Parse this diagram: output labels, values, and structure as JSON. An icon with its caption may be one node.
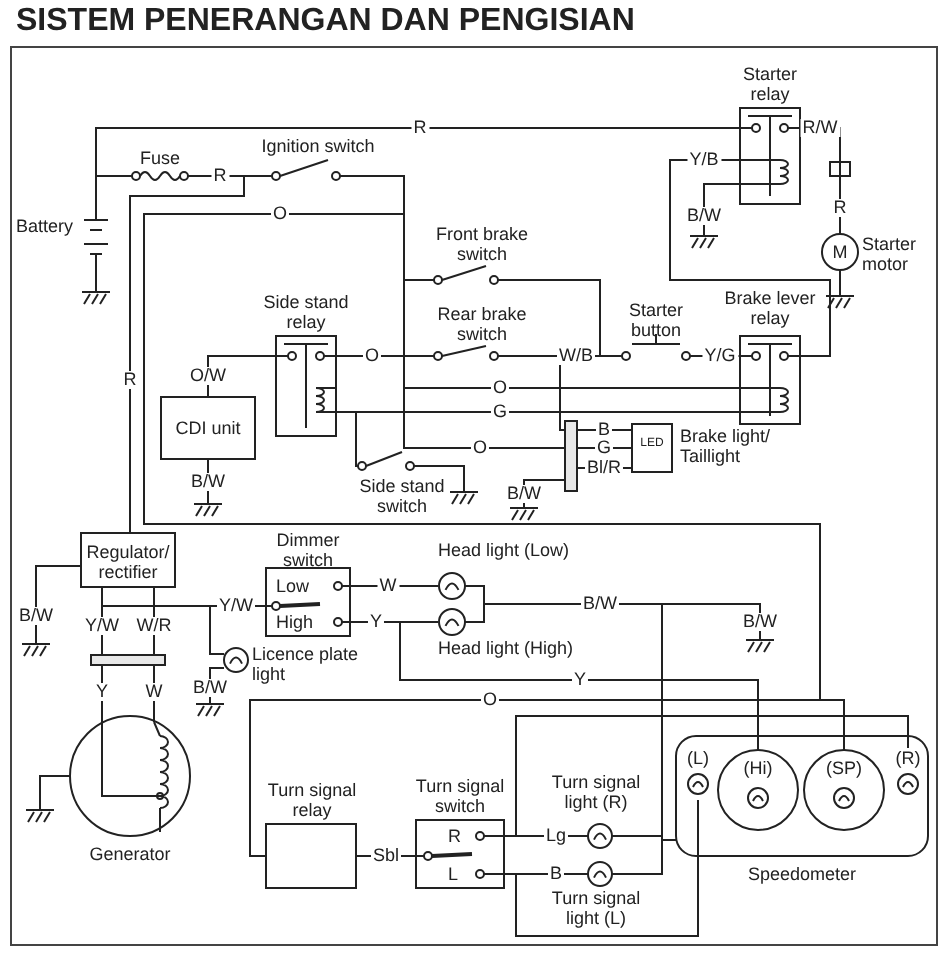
{
  "diagram": {
    "title": "SISTEM PENERANGAN DAN PENGISIAN",
    "nodes": [
      {
        "text": [
          "Battery"
        ]
      },
      {
        "text": [
          "Fuse"
        ]
      },
      {
        "text": [
          "Ignition switch"
        ]
      },
      {
        "text": [
          "Starter relay"
        ]
      },
      {
        "text": [
          "M"
        ],
        "beside": [
          "Starter motor"
        ]
      },
      {
        "text": [
          "Side stand relay"
        ]
      },
      {
        "text": [
          "CDI unit"
        ]
      },
      {
        "text": [
          "Front brake switch"
        ]
      },
      {
        "text": [
          "Rear brake switch"
        ]
      },
      {
        "text": [
          "Starter button"
        ]
      },
      {
        "text": [
          "Brake lever relay"
        ]
      },
      {
        "text": [],
        "shape": "bar"
      },
      {
        "text": [
          "LED"
        ],
        "beside": [
          "Brake light/ Taillight"
        ]
      },
      {
        "text": [
          "Side stand switch"
        ]
      },
      {
        "text": [
          "Regulator/ rectifier"
        ]
      },
      {
        "text": [
          "Dimmer switch",
          "Low",
          "High"
        ]
      },
      {
        "text": [
          "Head light (Low)"
        ]
      },
      {
        "text": [
          "Head light (High)"
        ]
      },
      {
        "text": [
          "Licence plate light"
        ]
      },
      {
        "text": [],
        "shape": "bar"
      },
      {
        "text": [
          "Generator"
        ]
      },
      {
        "text": [
          "Turn signal relay"
        ]
      },
      {
        "text": [
          "Turn signal switch",
          "R",
          "L"
        ]
      },
      {
        "text": [
          "Turn signal light (R)"
        ]
      },
      {
        "text": [
          "Turn signal light (L)"
        ]
      },
      {
        "text": [
          "Speedometer"
        ]
      },
      {
        "text": [
          "(L)"
        ],
        "in": 25
      },
      {
        "text": [
          "(Hi)"
        ],
        "in": 25
      },
      {
        "text": [
          "(SP)"
        ],
        "in": 25
      },
      {
        "text": [
          "(R)"
        ],
        "in": 25
      },
      {
        "text": [],
        "shape": "ground"
      },
      {
        "text": [],
        "shape": "ground"
      },
      {
        "text": [],
        "shape": "ground"
      },
      {
        "text": [],
        "shape": "ground"
      },
      {
        "text": [],
        "shape": "ground"
      },
      {
        "text": [],
        "shape": "ground"
      },
      {
        "text": [],
        "shape": "ground"
      },
      {
        "text": [],
        "shape": "ground"
      },
      {
        "text": [],
        "shape": "ground"
      },
      {
        "text": [],
        "shape": "ground"
      }
    ],
    "edges": [
      {
        "from": 0,
        "to": 1,
        "arrow": "none"
      },
      {
        "from": 1,
        "to": 2,
        "arrow": "none",
        "label": "R"
      },
      {
        "from": 0,
        "to": 3,
        "arrow": "none",
        "label": "R"
      },
      {
        "from": 3,
        "to": 4,
        "arrow": "none",
        "label": "R/W"
      },
      {
        "from": 3,
        "to": 10,
        "arrow": "none",
        "label": "Y/B"
      },
      {
        "from": 1,
        "to": 14,
        "arrow": "none",
        "label": "R"
      },
      {
        "from": 2,
        "to": 5,
        "arrow": "none",
        "label": "O"
      },
      {
        "from": 2,
        "to": 7,
        "arrow": "none"
      },
      {
        "from": 2,
        "to": 8,
        "arrow": "none"
      },
      {
        "from": 7,
        "to": 9,
        "arrow": "none"
      },
      {
        "from": 8,
        "to": 9,
        "arrow": "none",
        "label": "W/B"
      },
      {
        "from": 9,
        "to": 10,
        "arrow": "none",
        "label": "Y/G"
      },
      {
        "from": 2,
        "to": 10,
        "arrow": "none",
        "label": "O"
      },
      {
        "from": 5,
        "to": 10,
        "arrow": "none",
        "label": "G"
      },
      {
        "from": 13,
        "to": 5,
        "arrow": "none"
      },
      {
        "from": 2,
        "to": 11,
        "arrow": "none",
        "label": "O"
      },
      {
        "from": 8,
        "to": 11,
        "arrow": "none"
      },
      {
        "from": 11,
        "to": 12,
        "arrow": "none",
        "label": "B"
      },
      {
        "from": 11,
        "to": 12,
        "arrow": "none",
        "label": "G"
      },
      {
        "from": 11,
        "to": 12,
        "arrow": "none",
        "label": "Bl/R"
      },
      {
        "from": 6,
        "to": 5,
        "arrow": "none",
        "label": "O/W"
      },
      {
        "from": 14,
        "to": 19,
        "arrow": "none",
        "label": "Y/W"
      },
      {
        "from": 14,
        "to": 19,
        "arrow": "none",
        "label": "W/R"
      },
      {
        "from": 19,
        "to": 20,
        "arrow": "none",
        "label": "Y"
      },
      {
        "from": 19,
        "to": 20,
        "arrow": "none",
        "label": "W"
      },
      {
        "from": 14,
        "to": 15,
        "arrow": "none",
        "label": "Y/W"
      },
      {
        "from": 14,
        "to": 18,
        "arrow": "none"
      },
      {
        "from": 15,
        "to": 16,
        "arrow": "none",
        "label": "W"
      },
      {
        "from": 15,
        "to": 17,
        "arrow": "none",
        "label": "Y"
      },
      {
        "from": 15,
        "to": 27,
        "arrow": "none",
        "label": "Y"
      },
      {
        "from": 2,
        "to": 28,
        "arrow": "none",
        "label": "O"
      },
      {
        "from": 2,
        "to": 21,
        "arrow": "none",
        "label": "O"
      },
      {
        "from": 21,
        "to": 22,
        "arrow": "none",
        "label": "Sbl"
      },
      {
        "from": 22,
        "to": 23,
        "arrow": "none",
        "label": "Lg"
      },
      {
        "from": 22,
        "to": 24,
        "arrow": "none",
        "label": "B"
      },
      {
        "from": 22,
        "to": 29,
        "arrow": "none"
      },
      {
        "from": 22,
        "to": 26,
        "arrow": "none"
      },
      {
        "from": 3,
        "to": 30,
        "arrow": "none",
        "label": "B/W"
      },
      {
        "from": 0,
        "to": 31,
        "arrow": "none"
      },
      {
        "from": 4,
        "to": 32,
        "arrow": "none"
      },
      {
        "from": 13,
        "to": 33,
        "arrow": "none"
      },
      {
        "from": 6,
        "to": 34,
        "arrow": "none",
        "label": "B/W"
      },
      {
        "from": 11,
        "to": 35,
        "arrow": "none",
        "label": "B/W"
      },
      {
        "from": 16,
        "to": 36,
        "arrow": "none",
        "label": "B/W"
      },
      {
        "from": 17,
        "to": 36,
        "arrow": "none",
        "label": "B/W"
      },
      {
        "from": 23,
        "to": 36,
        "arrow": "none"
      },
      {
        "from": 24,
        "to": 36,
        "arrow": "none"
      },
      {
        "from": 25,
        "to": 36,
        "arrow": "none"
      },
      {
        "from": 14,
        "to": 37,
        "arrow": "none",
        "label": "B/W"
      },
      {
        "from": 18,
        "to": 38,
        "arrow": "none",
        "label": "B/W"
      },
      {
        "from": 20,
        "to": 39,
        "arrow": "none"
      }
    ],
    "labels": [
      "R"
    ]
  }
}
